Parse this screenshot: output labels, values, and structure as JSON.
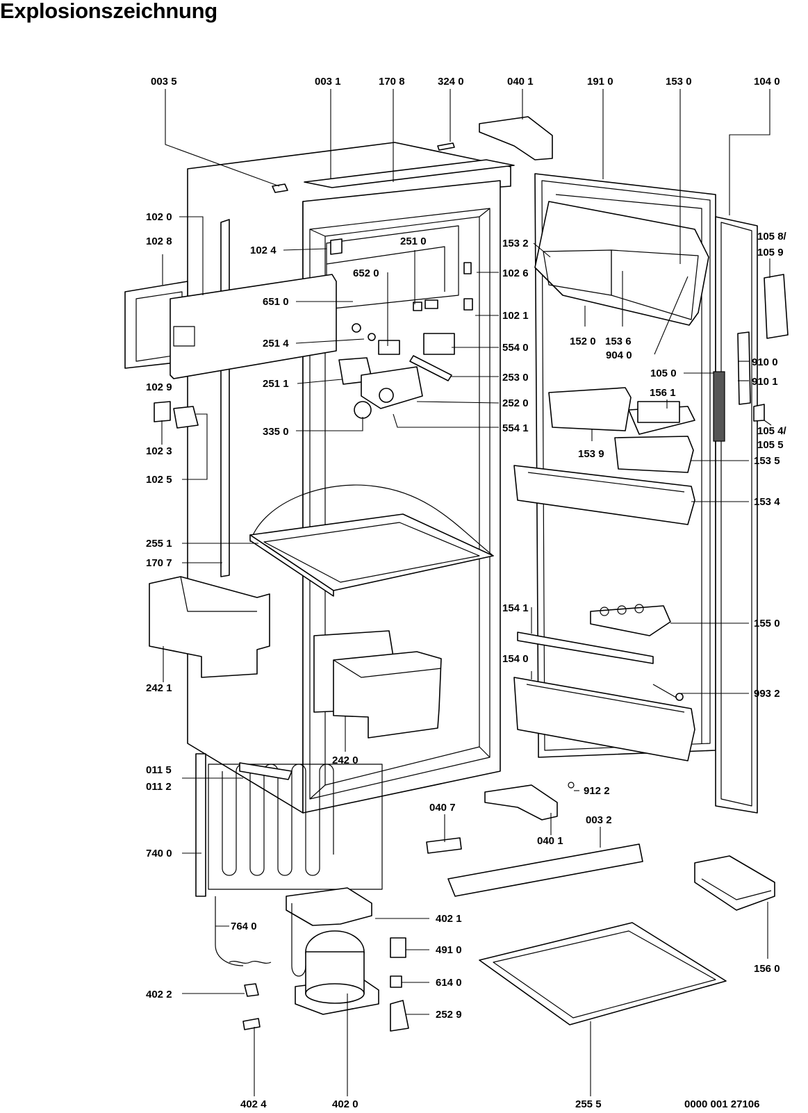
{
  "title": "Explosionszeichnung",
  "document_number": "0000 001 27106",
  "callouts": [
    "003 5",
    "003 1",
    "170 8",
    "324 0",
    "040 1",
    "191 0",
    "153 0",
    "104 0",
    "102 0",
    "102 8",
    "102 4",
    "251 0",
    "153 2",
    "102 6",
    "105 8/",
    "105 9",
    "652 0",
    "651 0",
    "102 1",
    "251 4",
    "554 0",
    "152 0",
    "153 6",
    "904 0",
    "910 0",
    "910 1",
    "105 0",
    "251 1",
    "253 0",
    "156 1",
    "102 9",
    "252 0",
    "105 4/",
    "105 5",
    "335 0",
    "554 1",
    "102 3",
    "153 9",
    "153 5",
    "102 5",
    "153 4",
    "255 1",
    "170 7",
    "154 1",
    "155 0",
    "154 0",
    "993 2",
    "242 1",
    "242 0",
    "011 5",
    "011 2",
    "912 2",
    "040 7",
    "003 2",
    "040 1",
    "740 0",
    "402 1",
    "764 0",
    "491 0",
    "156 0",
    "614 0",
    "402 2",
    "252 9",
    "402 4",
    "402 0",
    "255 5"
  ]
}
